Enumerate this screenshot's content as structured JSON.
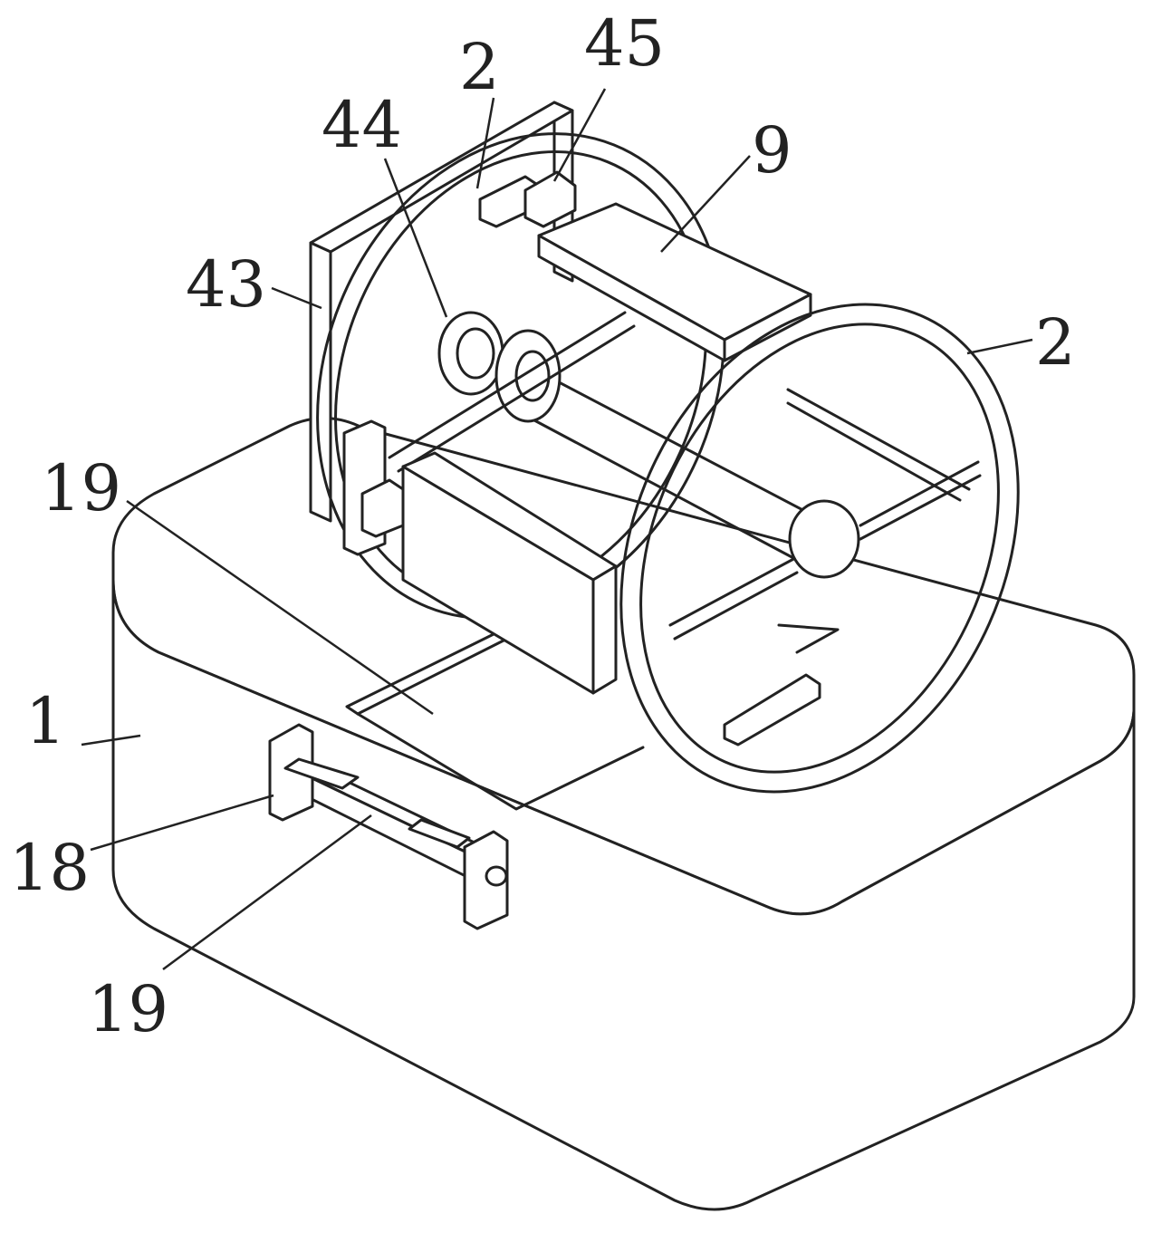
{
  "labels": {
    "l45": "45",
    "l2_top": "2",
    "l44": "44",
    "l9": "9",
    "l43": "43",
    "l2_right": "2",
    "l19_top": "19",
    "l1": "1",
    "l18": "18",
    "l19_bottom": "19"
  }
}
